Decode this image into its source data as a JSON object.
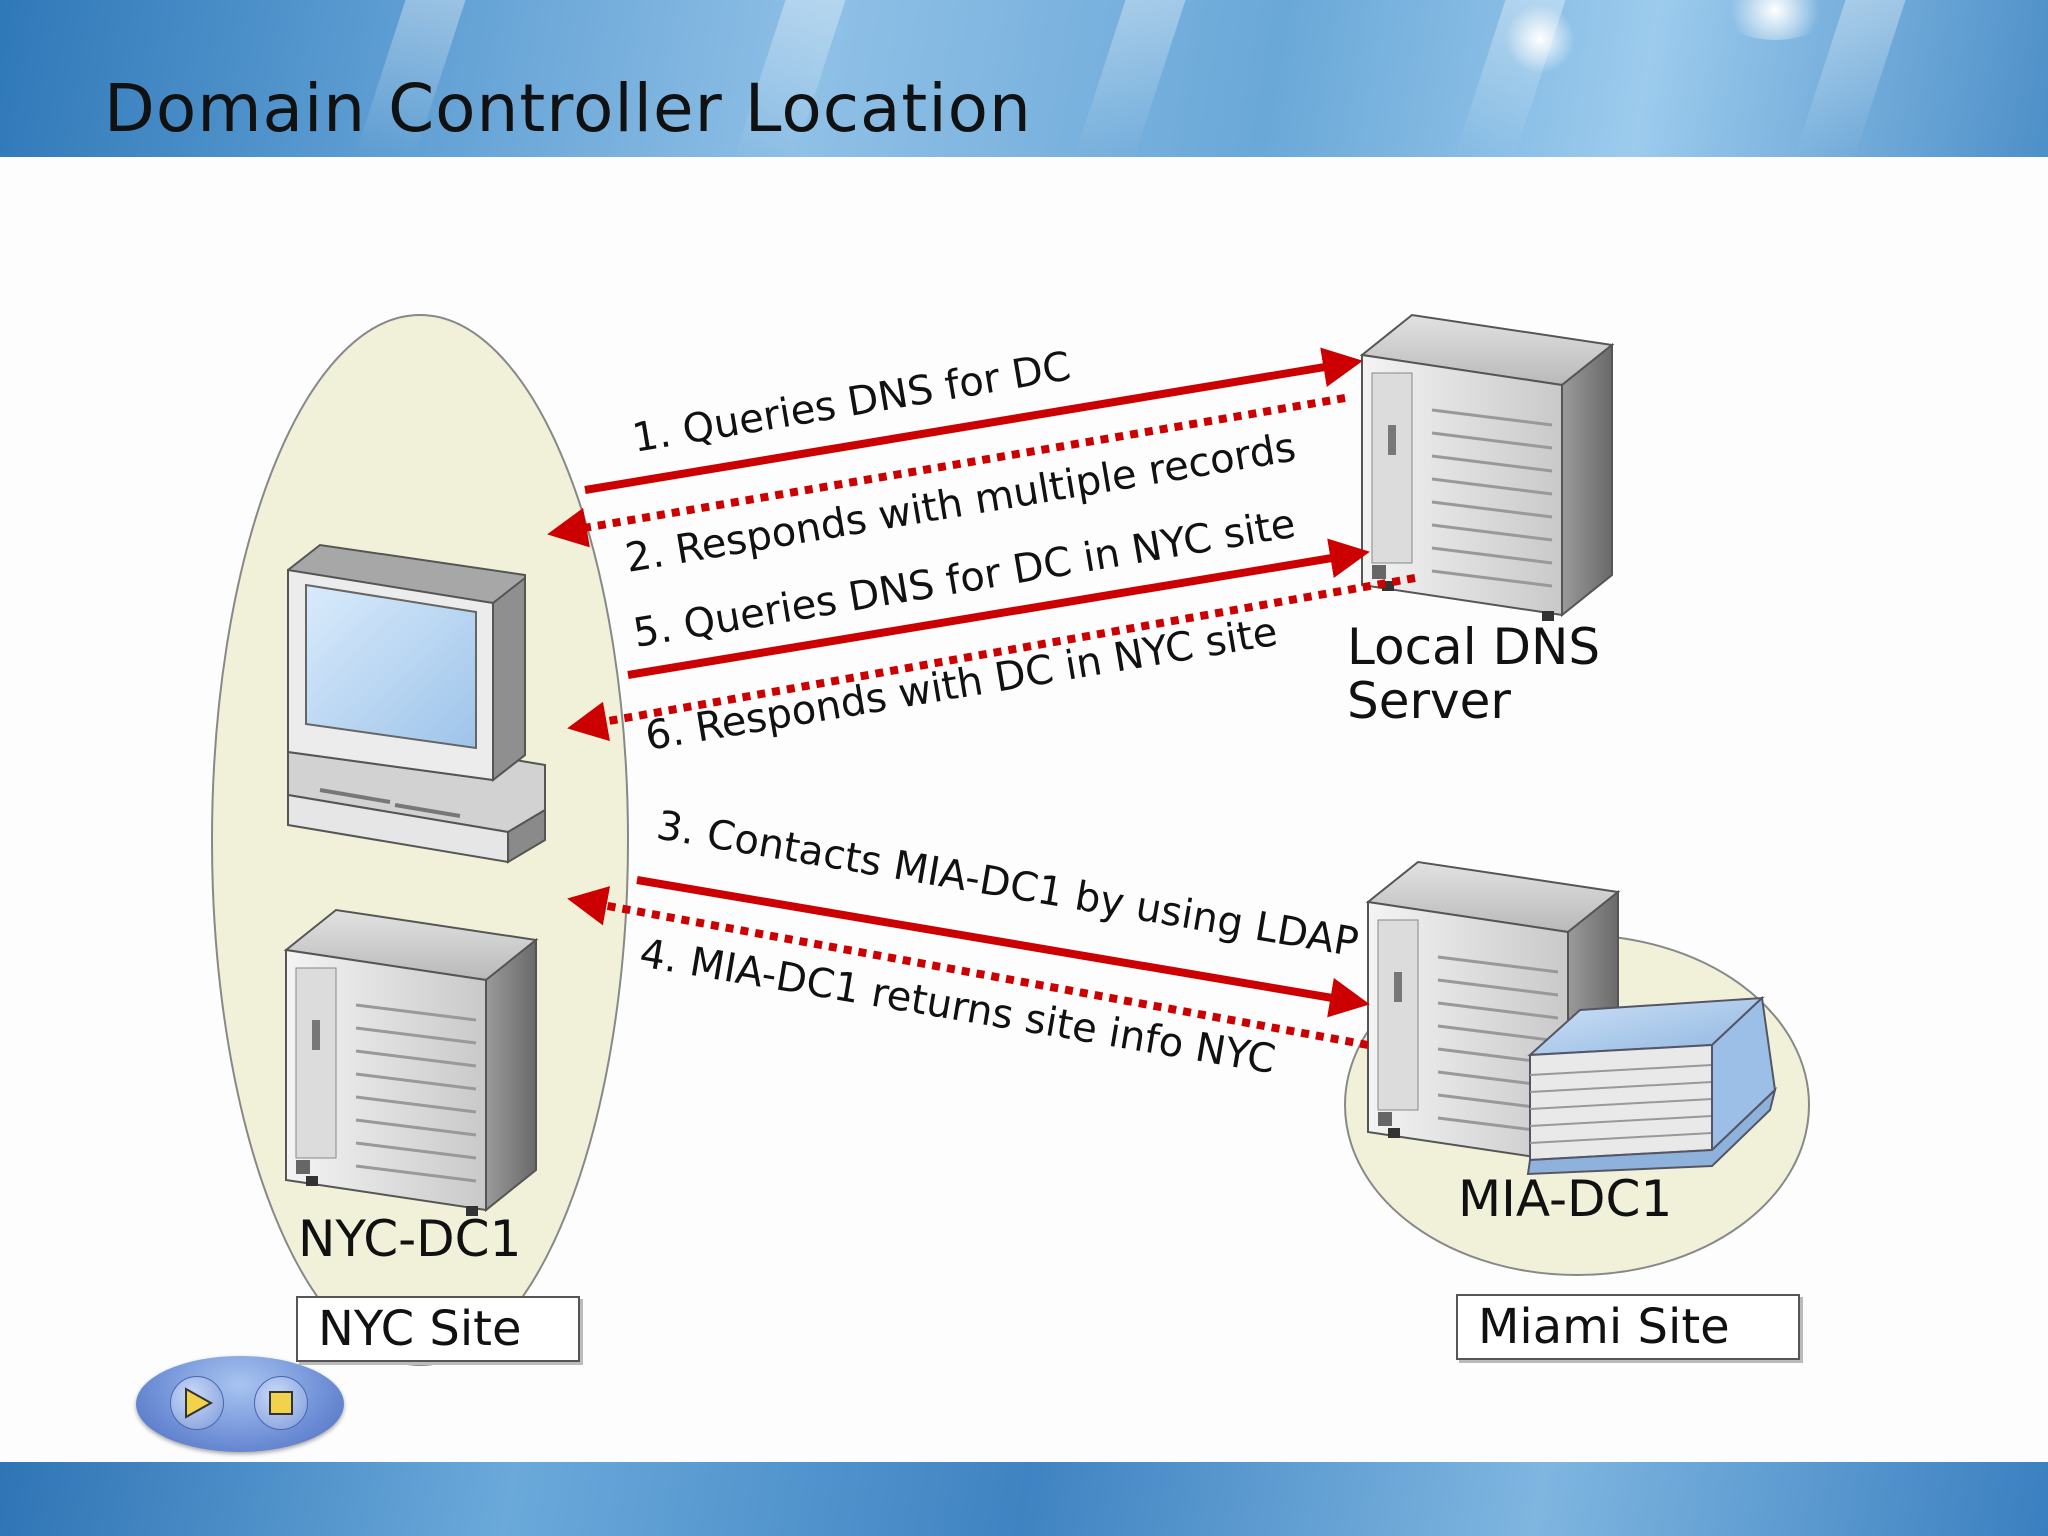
{
  "slide": {
    "title": "Domain Controller Location"
  },
  "steps": [
    {
      "label": "1. Queries DNS for DC",
      "style": "solid",
      "direction": "to-dns"
    },
    {
      "label": "2. Responds with multiple records",
      "style": "dotted",
      "direction": "to-client"
    },
    {
      "label": "5. Queries DNS for DC in NYC site",
      "style": "solid",
      "direction": "to-dns"
    },
    {
      "label": "6. Responds with DC in NYC site",
      "style": "dotted",
      "direction": "to-client"
    },
    {
      "label": "3. Contacts MIA-DC1 by using LDAP",
      "style": "solid",
      "direction": "to-mia"
    },
    {
      "label": "4. MIA-DC1 returns site info NYC",
      "style": "dotted",
      "direction": "to-client"
    }
  ],
  "nodes": {
    "dns_server": {
      "label_line1": "Local DNS",
      "label_line2": "Server"
    },
    "nyc_dc": {
      "label": "NYC-DC1"
    },
    "mia_dc": {
      "label": "MIA-DC1"
    }
  },
  "sites": {
    "nyc": "NYC Site",
    "miami": "Miami Site"
  },
  "controls": {
    "play_icon": "play-icon",
    "stop_icon": "stop-icon"
  },
  "colors": {
    "arrow": "#cc0000",
    "site_fill": "#f1f1da",
    "banner": "#5a9bd1"
  }
}
